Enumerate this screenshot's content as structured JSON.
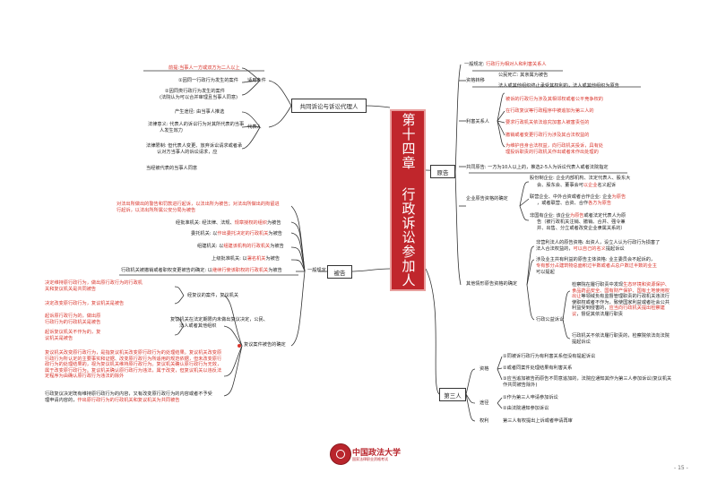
{
  "center": "第十四章 行政诉讼参加人",
  "branches": {
    "yuangao": "原告",
    "beigao": "被告",
    "disanren": "第三人",
    "gongtong": "共同诉讼与诉讼代理人"
  },
  "gongtong": {
    "shiyong": "适用条件",
    "note_red": "前提:当事人一方或双方为二人以上",
    "item1": "①因同一行政行为发生的案件",
    "item2a": "②因同类行政行为发生的案件",
    "item2b": "(法院认为可以合并审理且当事人同意)",
    "daibiao": "代表人",
    "chansheng": "产生途径: 由当事人推选",
    "falv_a": "法律意义: 代表人的诉讼行为对其所代表的当事",
    "falv_b": "人发生效力",
    "xianzhi_a": "法律限制: 但代表人变更、放弃诉讼请求或者承",
    "xianzhi_b": "认对方当事人的诉讼请求，应",
    "tongyi": "当经被代表的当事人同意"
  },
  "beigao": {
    "yiban": "一般规定",
    "red_top_a": "对法出所做出的警告和罚款进行起诉，以法出所为被告；对法出所做出的拘留进",
    "red_top_b": "行起诉，以法出所所属公安分局为被告",
    "b1_a": "经批准机关: 经法律、法规、",
    "b1_red": "规章授权的组织",
    "b1_b": "为被告",
    "b2_a": "委托机关: 以",
    "b2_red": "作出委托决定的行政机关",
    "b2_b": "为被告",
    "b3_a": "组建机关: 以",
    "b3_red": "组建该机构的行政机关",
    "b3_b": "为被告",
    "b4_a": "上级批准机关: 以",
    "b4_red": "署名机关",
    "b4_b": "为被告",
    "b5_a": "行政机关被撤销或者职权变更被告的确定: 以",
    "b5_red": "继续行使该职权的行政机关",
    "b5_b": "为被告",
    "fuyi": "复议案件被告的确定",
    "f1": "经复议的案件，复议机关",
    "f_red1a": "决定维持原行政行为，做出原行政行为的行政机",
    "f_red1b": "关和复议机关是共同被告",
    "f_red2": "决定改变原行政行为，复议机关是被告",
    "f2a": "复议机关在法定期限内未做出复议决定，公民、",
    "f2b": "法人或者其他组织",
    "f_red3a": "起诉原行政行为的，做出原",
    "f_red3b": "行政行为的行政机关是被告",
    "f_red4a": "起诉复议机关不作为的，复",
    "f_red4b": "议机关是被告",
    "f_red5": "复议机关改变原行政行为，是指复议机关改变原行政行为的处理结果。复议机关改变原行政行为所认定的主要事实和证据、改变原行政行为所适用的规范依据，但未改变原行政行为的处理结果的，视为复议机关维持原行政行为。复议机关确认原行政行为无效，属于改变原行政行为。复议机关确认原行政行为违法，属于改变，但复议机关以违反法定程序为由确认原行政行为违法的除外",
    "f_last_a": "行政复议决定既有维持原行政行为的内容，又有改变原行政行为的内容或者不予受",
    "f_last_b": "理申请内容的，",
    "f_last_red": "作出原行政行为的行政机关和复议机关为共同被告"
  },
  "yuangao": {
    "yiban": "一般规定",
    "yiban_red": "行政行为相对人和利害关系人",
    "zige": "资格转移",
    "zige1": "公民死亡: 其亲属为被告",
    "zige2": "法人或其他组织终止承受其权利的，法人或其他组织为原告",
    "lihai": "利害关系人",
    "l1": "被诉的行政行为涉及其相邻权或者公平竞争权的",
    "l2": "在行政复议等行政程序中被追加为第三人的",
    "l3": "要求行政机关依法追究加害人被害责任的",
    "l4": "撤销或者变更行政行为涉及其合法权益的",
    "l5a": "为维护自身合法权益，向行政机关投诉，具有处",
    "l5b": "理投诉职责的行政机关作出或者未作出处理的",
    "gongtong": "共同原告: 一方为10人以上的，推选2-5人为诉讼代表人或者法院指定",
    "qiye": "企业原告资格的确定",
    "q1a": "股份制企业: 企业内部机构、法定代表人、股东大",
    "q1b": "会、股东会、董事会可",
    "q1red": "以企业",
    "q1c": "名义起诉",
    "q2a": "联营企业、中外合资或者合作企业: 企业",
    "q2red": "为原告",
    "q2b": "，或者联营、合资、合作",
    "q2red2": "各方为原告",
    "q3a": "非国有企业: 该企业",
    "q3red": "为原告",
    "q3b": "或者法定代表人为原",
    "q3c": "告（被行政机关注销、撤销、合并、强令兼",
    "q3d": "并、出售、分立或者改变企业隶属关系的）",
    "qita": "其他情形原告资格的确定",
    "o1a": "非营利法人的原告资格: 出资人，设立人认为行政行为损害了",
    "o1b": "法人合法权益的，",
    "o1red": "可以自己的名义",
    "o1c": "提起诉讼",
    "o2a": "涉及业主共有利益的原告主体资格: 业主委员会不起诉的，",
    "o2red": "专有部分占建筑物总面积过半数或者占总户数过半数的业主",
    "o2b": "可以提起",
    "xingzheng": "行政公益诉讼",
    "p1_a": "检察院在履行职责中发现",
    "p1_red": "生态环境和资源保护、食品药品安全、国有财产保护、国有土地使用权出让",
    "p1_b": "等领域负有监督管理职责的行政机关违法行使职权或者不作为，致使国家利益或者社会公共利益受到侵害的，",
    "p1_red2": "应当向行政机关提出检察建议",
    "p1_c": "，督促其依法履行职责",
    "p2a": "行政机关不依法履行职责的，检察院依法向法院",
    "p2b": "提起诉讼"
  },
  "disanren": {
    "zige": "资格",
    "z1": "①同被诉行政行为有利害关系但没有提起诉讼",
    "z2": "②或者同案件处理结果有利害关系",
    "z3a": "③应当追加被告而原告不同意追加的，法院应通知其作为第三人参加诉讼(复议机关",
    "z3b": "作共同被告除外)",
    "tujing": "途径",
    "t1": "①作为第三人申请参加诉讼",
    "t2": "②由法院通知参加诉讼",
    "quanli": "权利",
    "q1": "第三人有权提出上诉或者申请再审"
  },
  "footer": {
    "univ": "中国政法大学",
    "sub": "国家法律职业资格考试",
    "page": "- 15 -"
  }
}
